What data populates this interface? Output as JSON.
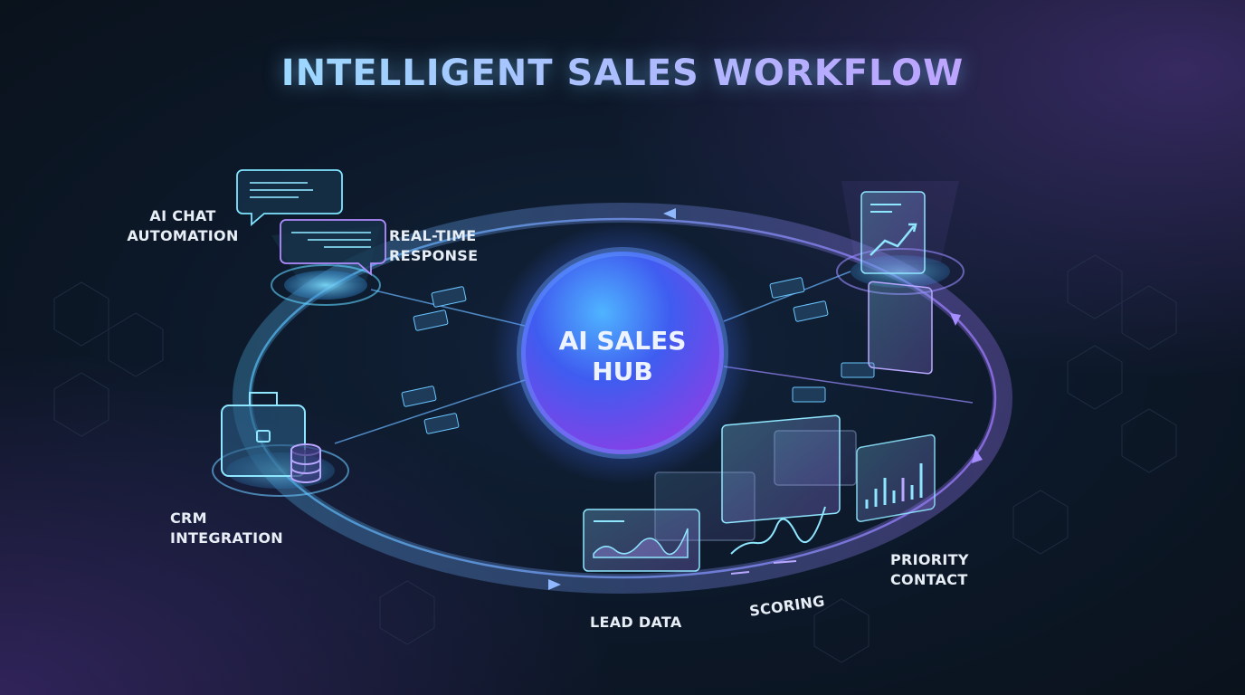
{
  "title": "INTELLIGENT SALES WORKFLOW",
  "hub": {
    "line1": "AI SALES",
    "line2": "HUB"
  },
  "nodes": {
    "ai_chat": {
      "line1": "AI CHAT",
      "line2": "AUTOMATION"
    },
    "realtime": {
      "line1": "REAL-TIME",
      "line2": "RESPONSE"
    },
    "crm": {
      "line1": "CRM",
      "line2": "INTEGRATION"
    },
    "lead": {
      "line1": "LEAD DATA"
    },
    "scoring": {
      "line1": "SCORING"
    },
    "priority": {
      "line1": "PRIORITY",
      "line2": "CONTACT"
    }
  },
  "colors": {
    "cyan": "#5fd3ff",
    "violet": "#a77bff",
    "blue": "#3a6cff"
  }
}
